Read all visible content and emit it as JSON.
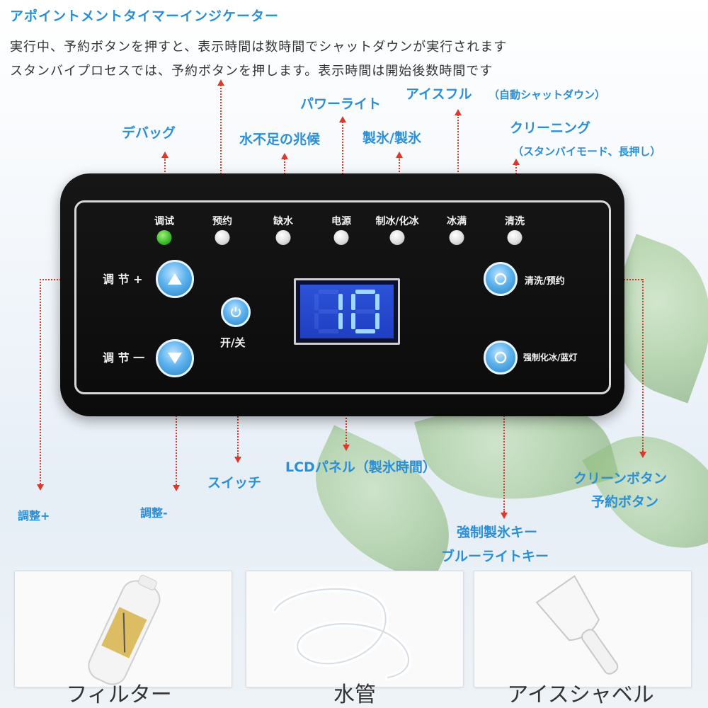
{
  "header": {
    "title": "アポイントメントタイマーインジケーター",
    "line1": "実行中、予約ボタンを押すと、表示時間は数時間でシャットダウンが実行されます",
    "line2": "スタンバイプロセスでは、予約ボタンを押します。表示時間は開始後数時間です"
  },
  "callouts": {
    "debug": "デバッグ",
    "low_water": "水不足の兆候",
    "power_light": "パワーライト",
    "ice_making": "製氷/製氷",
    "ice_full": "アイスフル",
    "ice_full_note": "（自動シャットダウン）",
    "cleaning": "クリーニング",
    "cleaning_note": "（スタンバイモード、長押し）",
    "adjust_plus": "調整+",
    "adjust_minus": "調整-",
    "switch": "スイッチ",
    "lcd_panel": "LCDパネル（製氷時間）",
    "clean_button": "クリーンボタン",
    "reserve_button": "予約ボタン",
    "force_ice_key": "強制製氷キー",
    "blue_light_key": "ブルーライトキー"
  },
  "panel": {
    "indicators": [
      {
        "label": "调试",
        "color": "green"
      },
      {
        "label": "预约",
        "color": "white"
      },
      {
        "label": "缺水",
        "color": "white"
      },
      {
        "label": "电源",
        "color": "white"
      },
      {
        "label": "制冰/化冰",
        "color": "white"
      },
      {
        "label": "冰满",
        "color": "white"
      },
      {
        "label": "清洗",
        "color": "white"
      }
    ],
    "adjust_plus_label": "调 节 +",
    "adjust_minus_label": "调 节 一",
    "power_label": "开/关",
    "display_value": "10",
    "clean_reserve_label": "清洗/预约",
    "force_ice_label": "强制化冰/蓝灯"
  },
  "accessories": [
    {
      "name": "フィルター",
      "icon": "filter-icon"
    },
    {
      "name": "水管",
      "icon": "water-tube-icon"
    },
    {
      "name": "アイスシャベル",
      "icon": "ice-scoop-icon"
    }
  ],
  "colors": {
    "accent": "#2a8fd6",
    "arrow": "#d83a2e",
    "panel": "#111111",
    "lcd_segment": "#9fd8ff"
  }
}
